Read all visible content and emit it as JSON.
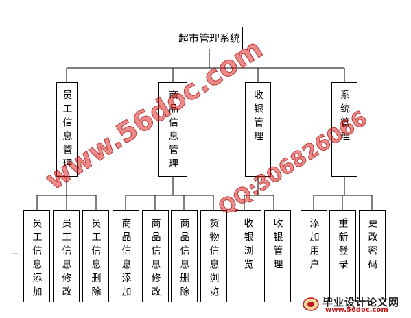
{
  "root": {
    "label": "超市管理系统"
  },
  "modules": [
    {
      "label": "员工信息管理",
      "children": [
        "员工信息添加",
        "员工信息修改",
        "员工信息删除"
      ]
    },
    {
      "label": "商品信息管理",
      "children": [
        "商品信息添加",
        "商品信息修改",
        "商品信息删除",
        "货物信息浏览"
      ]
    },
    {
      "label": "收银管理",
      "children": [
        "收银浏览",
        "收银管理"
      ]
    },
    {
      "label": "系统管理",
      "children": [
        "添加用户",
        "重新登录",
        "更改密码"
      ]
    }
  ],
  "watermark": {
    "site": "www.56doc.com",
    "qq": "QQ:306826066"
  },
  "logo": {
    "title": "毕业设计论文网",
    "url": "www.56doc.com"
  }
}
